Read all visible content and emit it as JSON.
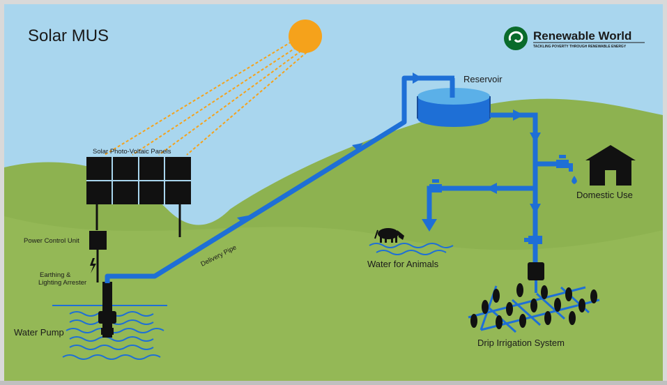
{
  "title": "Solar MUS",
  "brand": {
    "name": "Renewable World",
    "tagline": "TACKLING POVERTY THROUGH RENEWABLE ENERGY"
  },
  "labels": {
    "panels": "Solar Photo-Voltaic Panels",
    "power_control": "Power Control Unit",
    "earthing_line1": "Earthing &",
    "earthing_line2": "Lighting Arrester",
    "water_pump": "Water Pump",
    "delivery_pipe": "Delivery Pipe",
    "reservoir": "Reservoir",
    "domestic_use": "Domestic Use",
    "water_for_animals": "Water for Animals",
    "drip_irrigation": "Drip Irrigation System"
  },
  "colors": {
    "sky": "#a9d6ee",
    "hill": "#8db250",
    "sun": "#f5a21b",
    "pipe": "#1e6fd6",
    "dark": "#1a1a1a"
  },
  "icons": {
    "logo": "swirl-logo-icon",
    "sun": "sun-icon",
    "bolt": "lightning-icon",
    "house": "house-icon",
    "cow": "cow-icon",
    "tap": "tap-icon",
    "drop": "water-drop-icon",
    "plant": "corn-plant-icon"
  }
}
